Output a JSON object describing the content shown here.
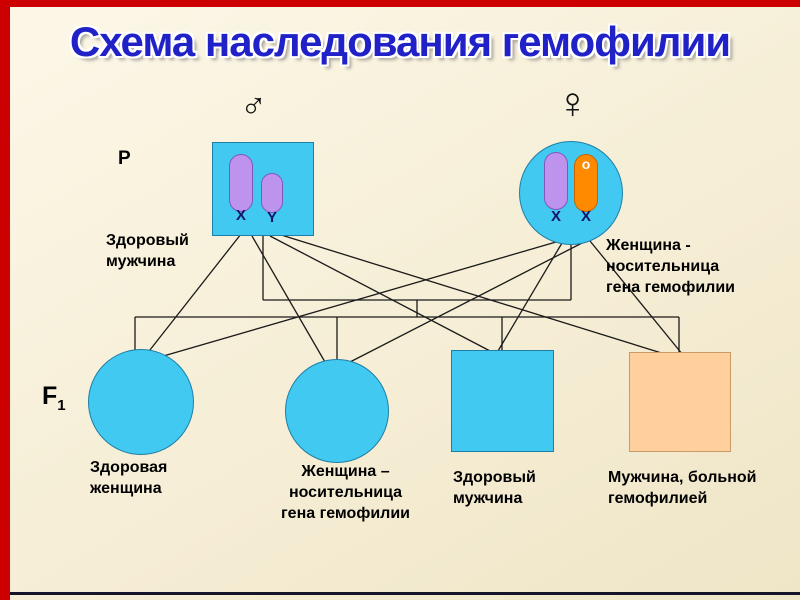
{
  "colors": {
    "background": "#f6eed6",
    "accent_red": "#cc0000",
    "title_blue": "#2121c8",
    "shape_cyan": "#41c9f1",
    "chromosome_purple": "#bd93ee",
    "chromosome_orange": "#ff8a00",
    "affected_peach": "#ffcf9e"
  },
  "title": "Схема наследования гемофилии",
  "generations": {
    "p": "Р",
    "f1_base": "F",
    "f1_sub": "1"
  },
  "parents": {
    "father": {
      "gender_symbol": "♂",
      "chromosome_1": "X",
      "chromosome_2": "Y",
      "label": "Здоровый\nмужчина"
    },
    "mother": {
      "gender_symbol": "♀",
      "chromosome_1": "X",
      "chromosome_2": "X",
      "allele_marker": "o",
      "label": "Женщина -\nносительница\nгена  гемофилии"
    }
  },
  "children": [
    {
      "shape": "circle",
      "label": "Здоровая\nженщина"
    },
    {
      "shape": "circle",
      "label": "Женщина –\nносительница\nгена  гемофилии"
    },
    {
      "shape": "square",
      "label": "Здоровый\nмужчина"
    },
    {
      "shape": "square",
      "label": "Мужчина, больной\nгемофилией"
    }
  ]
}
